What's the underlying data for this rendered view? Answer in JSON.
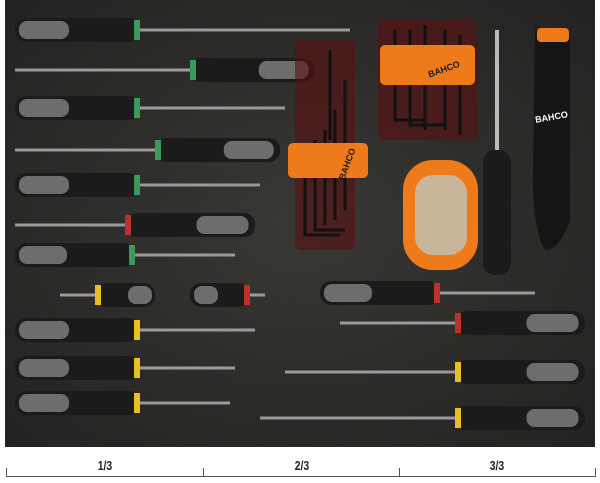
{
  "brand": "BAHCO",
  "scale": {
    "labels": [
      "1/3",
      "2/3",
      "3/3"
    ]
  },
  "colors": {
    "foam": "#2a2826",
    "handle": "#1b1b1b",
    "grip": "#6d6d6d",
    "orange": "#ef7a1a",
    "green": "#3a9a5a",
    "red": "#c0302a",
    "yellow": "#e8c020"
  }
}
